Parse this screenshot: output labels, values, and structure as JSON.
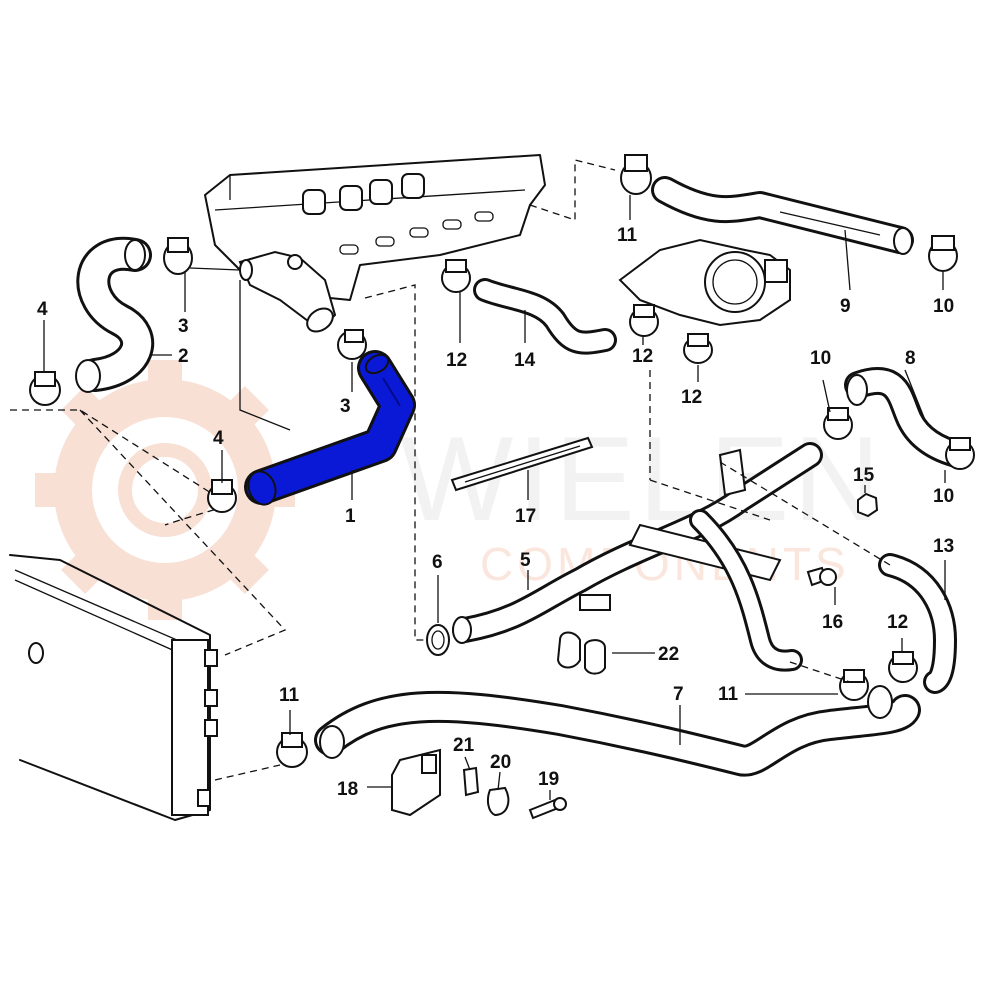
{
  "diagram": {
    "highlight_color": "#0a19d6",
    "line_color": "#111111",
    "background": "#ffffff",
    "highlighted_part": "1"
  },
  "watermark": {
    "line1": "WIELEN",
    "line2": "COMPONENTS",
    "gear_color": "#f2c7b2",
    "text_color": "#e6e6e6"
  },
  "callouts": {
    "c1": "1",
    "c2": "2",
    "c3a": "3",
    "c3b": "3",
    "c4a": "4",
    "c4b": "4",
    "c5": "5",
    "c6": "6",
    "c7": "7",
    "c8": "8",
    "c9": "9",
    "c10a": "10",
    "c10b": "10",
    "c10c": "10",
    "c11a": "11",
    "c11b": "11",
    "c11c": "11",
    "c12a": "12",
    "c12b": "12",
    "c12c": "12",
    "c12d": "12",
    "c13": "13",
    "c14": "14",
    "c15": "15",
    "c16": "16",
    "c17": "17",
    "c18": "18",
    "c19": "19",
    "c20": "20",
    "c21": "21",
    "c22": "22"
  }
}
